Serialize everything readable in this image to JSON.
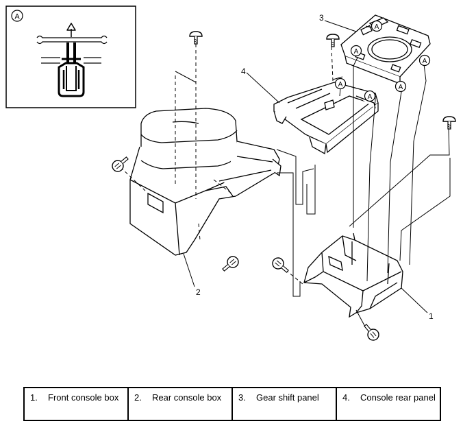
{
  "inset": {
    "callout": "A"
  },
  "callouts": {
    "marker": "A"
  },
  "parts": [
    {
      "number": "1",
      "name": "Front console box"
    },
    {
      "number": "2",
      "name": "Rear console box"
    },
    {
      "number": "3",
      "name": "Gear shift panel"
    },
    {
      "number": "4",
      "name": "Console rear panel"
    }
  ],
  "legend": {
    "cells": [
      {
        "num": "1.",
        "label": "Front console box"
      },
      {
        "num": "2.",
        "label": "Rear console box"
      },
      {
        "num": "3.",
        "label": "Gear shift panel"
      },
      {
        "num": "4.",
        "label": "Console rear panel"
      }
    ]
  }
}
